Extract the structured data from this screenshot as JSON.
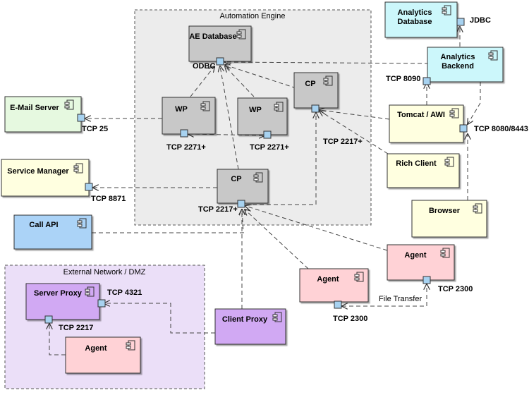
{
  "groups": {
    "automation_engine": "Automation Engine",
    "external_network": "External Network / DMZ"
  },
  "components": {
    "ae_database": "AE Database",
    "wp_left": "WP",
    "wp_right": "WP",
    "cp_top": "CP",
    "cp_main": "CP",
    "email_server": "E-Mail Server",
    "service_manager": "Service Manager",
    "call_api": "Call API",
    "analytics_database_line1": "Analytics",
    "analytics_database_line2": "Database",
    "analytics_backend_line1": "Analytics",
    "analytics_backend_line2": "Backend",
    "tomcat_awi": "Tomcat / AWI",
    "rich_client": "Rich Client",
    "browser": "Browser",
    "agent_right": "Agent",
    "agent_middle": "Agent",
    "client_proxy": "Client Proxy",
    "server_proxy": "Server Proxy",
    "agent_dmz": "Agent"
  },
  "ports": {
    "odbc": "ODBC",
    "jdbc": "JDBC",
    "tcp_25": "TCP 25",
    "tcp_2271_left": "TCP 2271+",
    "tcp_2271_right": "TCP 2271+",
    "tcp_2217_top": "TCP 2217+",
    "tcp_2217_main": "TCP 2217+",
    "tcp_8871": "TCP 8871",
    "tcp_8090": "TCP 8090",
    "tcp_8080_8443": "TCP 8080/8443",
    "tcp_2300_right": "TCP 2300",
    "tcp_2300_middle": "TCP 2300",
    "tcp_4321": "TCP 4321",
    "tcp_2217_proxy": "TCP 2217",
    "file_transfer": "File Transfer"
  },
  "colors": {
    "gray": "#c8c8c8",
    "green": "#e6f9e0",
    "cream": "#ffffe0",
    "blue": "#abd3f7",
    "cyan": "#ccf7fb",
    "pink": "#ffd2d6",
    "purple": "#d1a9f3",
    "dmz": "#ebdff8",
    "engine": "#ececec",
    "port": "#a7d2f0"
  }
}
